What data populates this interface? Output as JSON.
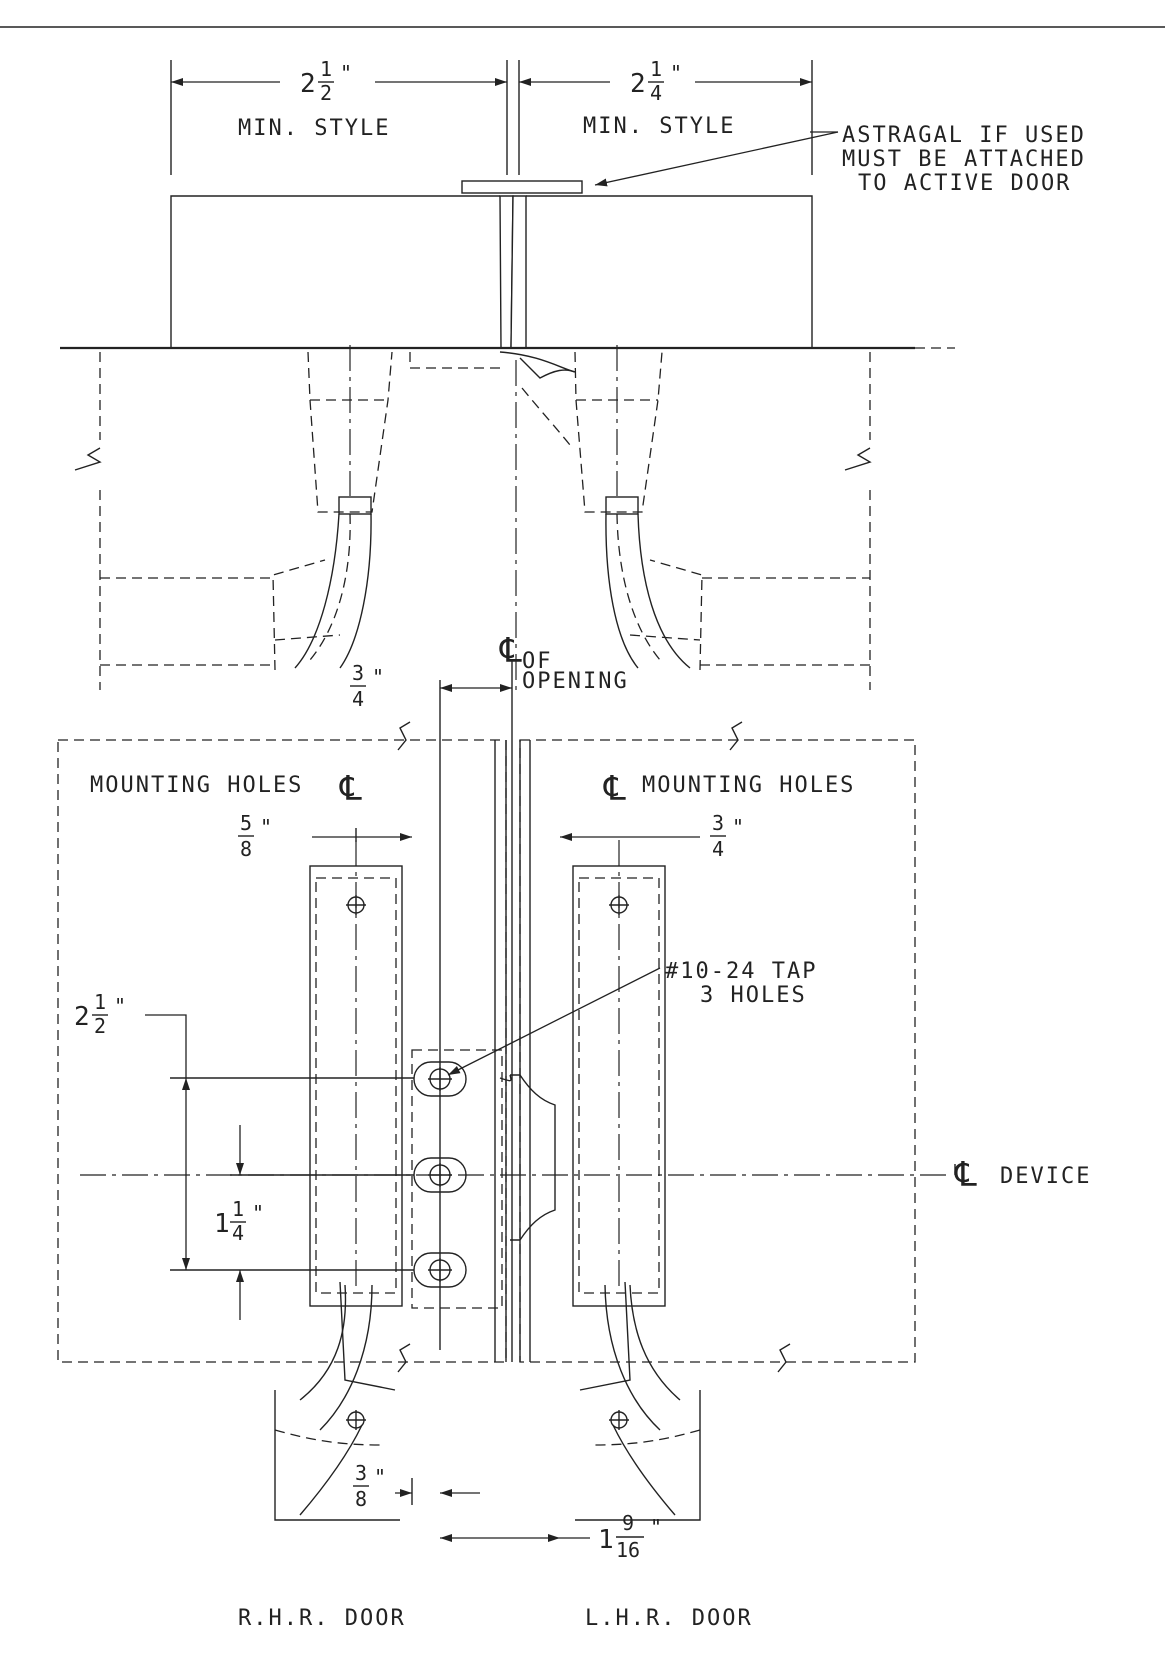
{
  "labels": {
    "min_style_left": "MIN. STYLE",
    "min_style_right": "MIN. STYLE",
    "astragal_line1": "ASTRAGAL IF USED",
    "astragal_line2": "MUST BE ATTACHED",
    "astragal_line3": "TO ACTIVE DOOR",
    "cl_symbol": "℄",
    "of_opening_line1": "OF",
    "of_opening_line2": "OPENING",
    "mounting_holes_left": "MOUNTING HOLES",
    "mounting_holes_right": "MOUNTING HOLES",
    "tap_line1": "#10-24 TAP",
    "tap_line2": "3 HOLES",
    "device": "DEVICE",
    "rhr_door": "R.H.R. DOOR",
    "lhr_door": "L.H.R. DOOR"
  },
  "dimensions": {
    "top_left": {
      "whole": "2",
      "num": "1",
      "den": "2",
      "unit": "\""
    },
    "top_right": {
      "whole": "2",
      "num": "1",
      "den": "4",
      "unit": "\""
    },
    "opening_offset": {
      "whole": "",
      "num": "3",
      "den": "4",
      "unit": "\""
    },
    "left_holes": {
      "whole": "",
      "num": "5",
      "den": "8",
      "unit": "\""
    },
    "right_holes": {
      "whole": "",
      "num": "3",
      "den": "4",
      "unit": "\""
    },
    "vertical_span": {
      "whole": "2",
      "num": "1",
      "den": "2",
      "unit": "\""
    },
    "hole_spacing": {
      "whole": "1",
      "num": "1",
      "den": "4",
      "unit": "\""
    },
    "bottom_small": {
      "whole": "",
      "num": "3",
      "den": "8",
      "unit": "\""
    },
    "bottom_wide": {
      "whole": "1",
      "num": "9",
      "den": "16",
      "unit": "\""
    }
  }
}
